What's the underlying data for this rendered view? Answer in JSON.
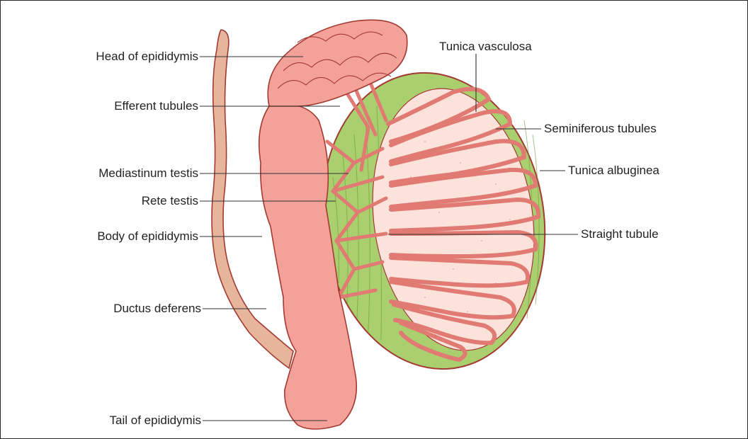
{
  "labels": {
    "head_of_epididymis": "Head of epididymis",
    "efferent_tubules": "Efferent tubules",
    "mediastinum_testis": "Mediastinum testis",
    "rete_testis": "Rete testis",
    "body_of_epididymis": "Body of epididymis",
    "ductus_deferens": "Ductus deferens",
    "tail_of_epididymis": "Tail of epididymis",
    "tunica_vasculosa": "Tunica vasculosa",
    "seminiferous_tubules": "Seminiferous tubules",
    "tunica_albuginea": "Tunica albuginea",
    "straight_tubule": "Straight tubule"
  },
  "colors": {
    "tissue_pink": "#f4a19a",
    "tissue_outline": "#a33a32",
    "duct_tan": "#e6b59b",
    "albuginea_green": "#a9cf6f",
    "lobule_fill": "#fbe3dc"
  }
}
